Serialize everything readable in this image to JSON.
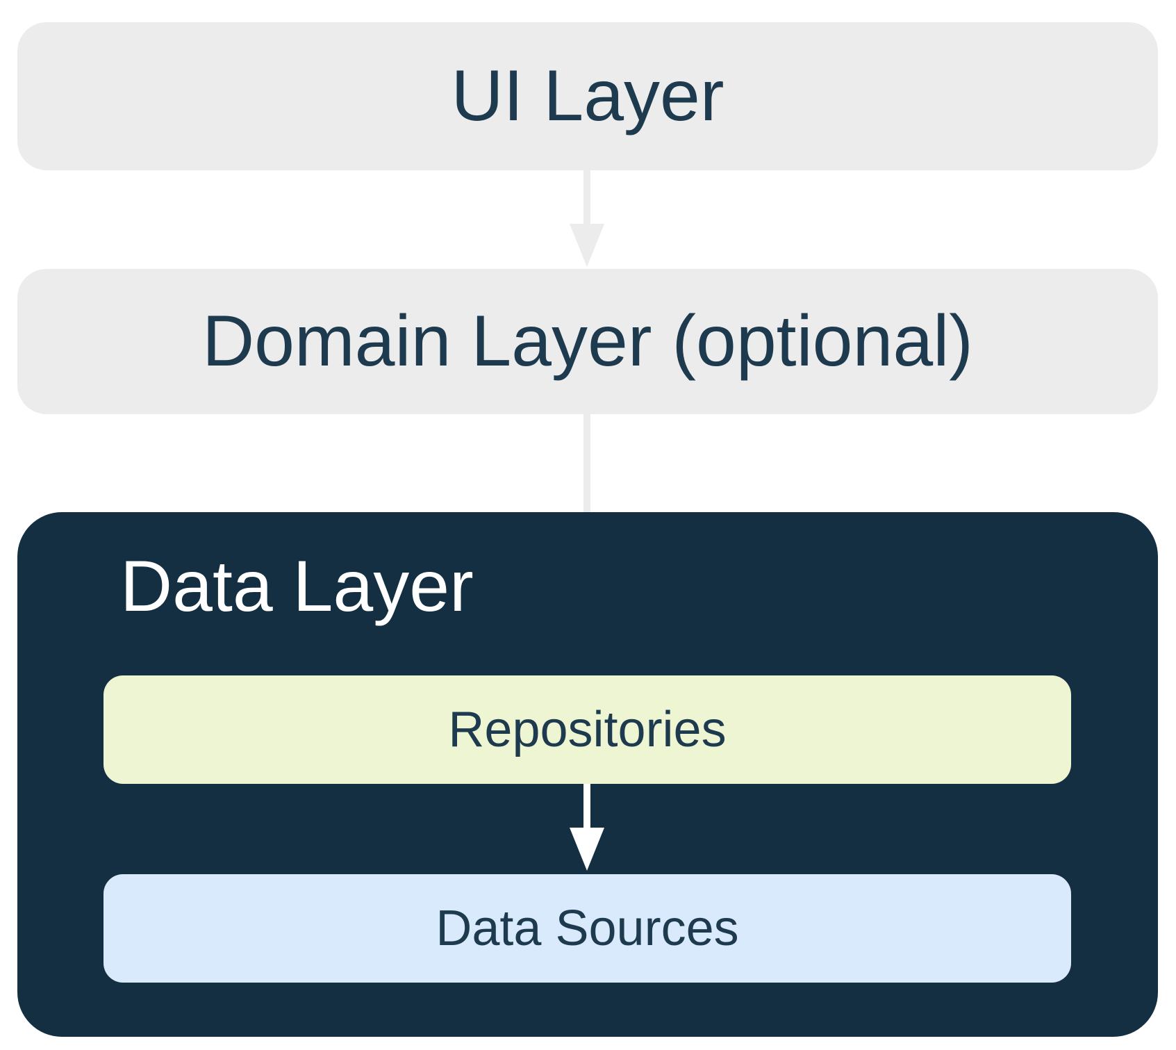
{
  "diagram": {
    "description": "App architecture layers diagram",
    "nodes": {
      "ui_layer": {
        "label": "UI Layer"
      },
      "domain_layer": {
        "label": "Domain Layer (optional)"
      },
      "data_layer": {
        "label": "Data Layer"
      },
      "repositories": {
        "label": "Repositories"
      },
      "data_sources": {
        "label": "Data Sources"
      }
    },
    "edges": [
      {
        "from": "ui_layer",
        "to": "domain_layer"
      },
      {
        "from": "domain_layer",
        "to": "repositories"
      },
      {
        "from": "repositories",
        "to": "data_sources"
      }
    ],
    "colors": {
      "light_box": "#ececec",
      "dark_box": "#142f42",
      "repositories_box": "#eef5d2",
      "data_sources_box": "#d9eafc",
      "navy_text": "#1e3a4e",
      "white_text": "#ffffff",
      "gray_arrow": "#ececec",
      "white_arrow": "#ffffff"
    }
  }
}
